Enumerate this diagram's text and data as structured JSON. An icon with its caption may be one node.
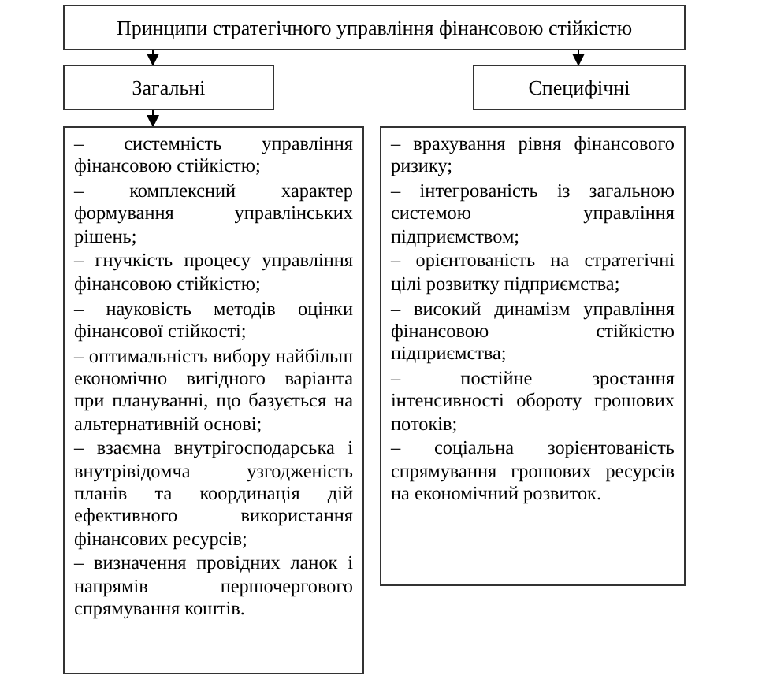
{
  "diagram": {
    "nodes": [
      {
        "text": [
          "Принципи стратегічного управління фінансовою стійкістю"
        ]
      },
      {
        "text": [
          "Загальні"
        ]
      },
      {
        "text": [
          "Специфічні"
        ]
      },
      {
        "text": [
          "– системність управління фінансовою стійкістю;",
          "– комплексний характер формування управлінських рішень;",
          "– гнучкість процесу управління фінансовою стійкістю;",
          "– науковість методів оцінки фінансової стійкості;",
          "– оптимальність вибору найбільш економічно вигідного варіанта при плануванні, що базується на альтернативній основі;",
          "– взаємна внутрігосподарська і внутрівідомча узгодженість планів та координація дій ефективного використання фінансових ресурсів;",
          "– визначення провідних ланок і напрямів першочергового спрямування коштів."
        ]
      },
      {
        "text": [
          "– врахування рівня фінансового ризику;",
          "– інтегрованість із загальною системою управління підприємством;",
          "– орієнтованість на стратегічні цілі розвитку підприємства;",
          "– високий динамізм управління фінансовою стійкістю підприємства;",
          "– постійне зростання інтенсивності обороту грошових потоків;",
          "– соціальна зорієнтованість спрямування грошових ресурсів на економічний розвиток."
        ]
      }
    ],
    "edges": [
      {
        "from": 0,
        "to": 1,
        "arrow": "to"
      },
      {
        "from": 0,
        "to": 2,
        "arrow": "to"
      },
      {
        "from": 1,
        "to": 3,
        "arrow": "to"
      }
    ]
  }
}
